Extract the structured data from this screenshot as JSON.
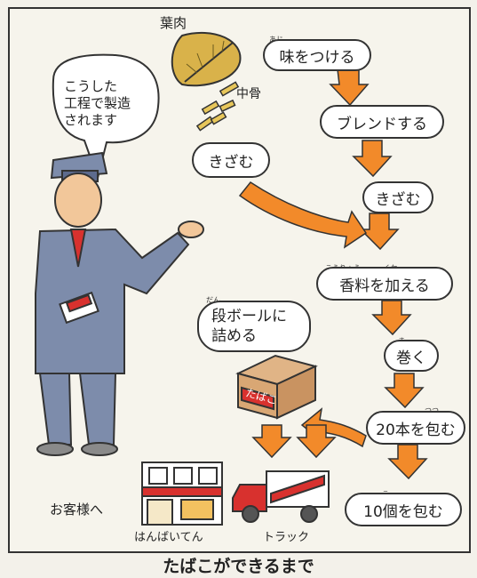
{
  "labels": {
    "leaf_flesh": "葉肉",
    "midrib": "中骨",
    "bubble_lines": [
      "こうした",
      "工程で製造",
      "されます"
    ],
    "to_customer": "お客様へ",
    "retail_store": "はんばいてん",
    "truck": "トラック",
    "box_print": "たばこ"
  },
  "steps": {
    "flavor": "味をつける",
    "flavor_ruby": "あじ",
    "blend": "ブレンドする",
    "shred_left": "きざむ",
    "shred_right": "きざむ",
    "add_flavoring": "香料を加える",
    "add_flavoring_ruby1": "こうりょう",
    "add_flavoring_ruby2": "くわ",
    "roll": "巻く",
    "roll_ruby": "ま",
    "wrap20": "20本を包む",
    "wrap20_ruby": "つつ",
    "wrap10": "10個を包む",
    "wrap10_ruby": "こ",
    "pack_line1": "段ボールに",
    "pack_line2": "詰める",
    "pack_ruby": "だん"
  },
  "caption": "たばこができるまで",
  "colors": {
    "arrow": "#f28a2a",
    "leaf": "#d9b24a",
    "uniform": "#7d8cab"
  }
}
